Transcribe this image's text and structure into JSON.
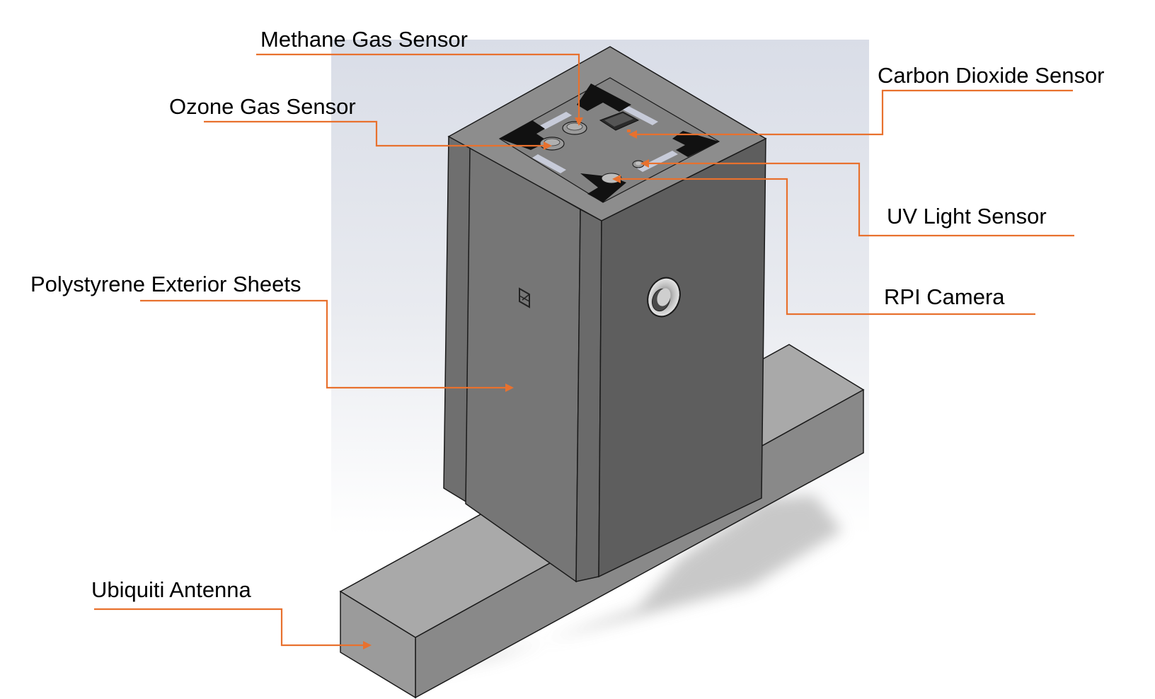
{
  "diagram": {
    "labels": {
      "methane": "Methane Gas Sensor",
      "co2": "Carbon Dioxide Sensor",
      "ozone": "Ozone Gas Sensor",
      "uv": "UV Light Sensor",
      "polystyrene": "Polystyrene Exterior Sheets",
      "rpi": "RPI Camera",
      "antenna": "Ubiquiti Antenna"
    },
    "colors": {
      "leader": "#E8712E",
      "text": "#000000",
      "front_face": "#757575",
      "right_face": "#5e5e5e",
      "top_frame": "#8a8a8a",
      "antenna_top": "#a8a8a8",
      "antenna_side": "#969696",
      "sensor_board": "#828282",
      "foam_pad": "#c6cad8"
    }
  }
}
